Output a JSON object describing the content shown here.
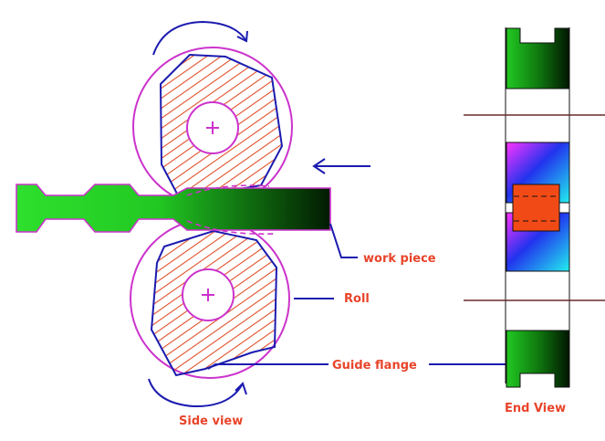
{
  "labels": {
    "work_piece": "work piece",
    "roll": "Roll",
    "guide_flange": "Guide flange",
    "side_view": "Side view",
    "end_view": "End View"
  },
  "colors": {
    "label_text": "#e8442a",
    "leader_line": "#1b1bb0",
    "roll_outline": "#cc33cc",
    "hatch": "#e0502a",
    "workpiece_green": "#2fd62f",
    "flange_green": "#22b222",
    "block_red": "#f24a16",
    "axis_line": "#6b2a2a"
  },
  "icons": {
    "roll_center_top": "plus-icon",
    "roll_center_bottom": "plus-icon",
    "feed_arrow": "arrow-left-icon",
    "rotation_top": "curved-arrow-clockwise-icon",
    "rotation_bottom": "curved-arrow-icon"
  }
}
